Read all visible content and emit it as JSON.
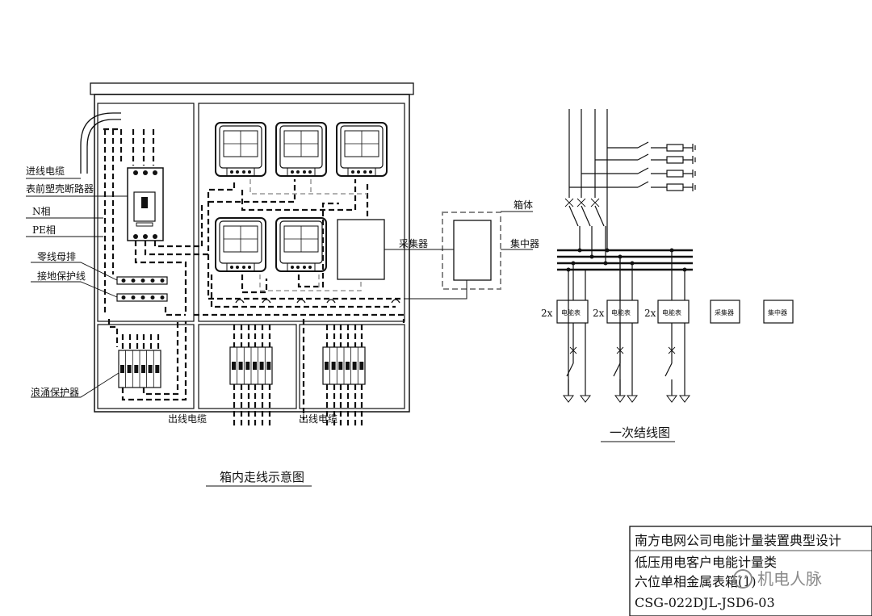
{
  "labels": {
    "incoming_cable": "进线电缆",
    "meter_front_breaker": "表前塑壳断路器",
    "n_phase": "N相",
    "pe_phase": "PE相",
    "neutral_bus": "零线母排",
    "ground_wire": "接地保护线",
    "surge_protector": "浪涌保护器",
    "outgoing_cable_1": "出线电缆",
    "outgoing_cable_2": "出线电缆",
    "collector": "采集器",
    "box_body": "箱体",
    "concentrator": "集中器"
  },
  "captions": {
    "wiring_diagram": "箱内走线示意图",
    "primary_diagram": "一次结线图"
  },
  "schematic": {
    "meter_group_1": "2x",
    "meter_group_2": "2x",
    "meter_group_3": "2x",
    "meter_label_1": "电能表",
    "meter_label_2": "电能表",
    "meter_label_3": "电能表",
    "collector_box": "采集器",
    "concentrator_box": "集中器"
  },
  "title_block": {
    "line1": "南方电网公司电能计量装置典型设计",
    "line2": "低压用电客户电能计量类",
    "line3": "六位单相金属表箱(1)",
    "line4": "CSG-022DJL-JSD6-03"
  },
  "watermark": "机电人脉"
}
